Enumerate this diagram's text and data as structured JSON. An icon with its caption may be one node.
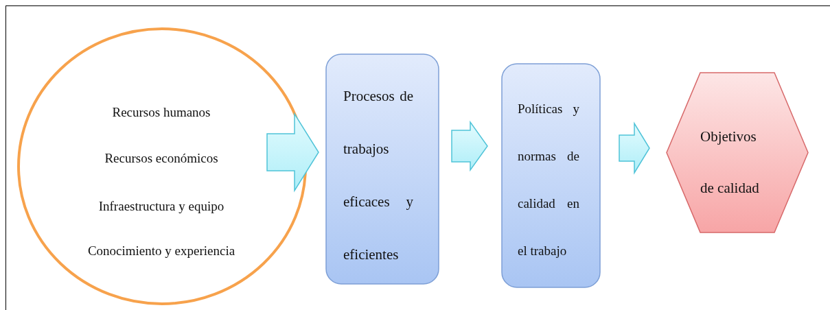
{
  "diagram": {
    "nodes": [
      {
        "text": [
          "Recursos humanos",
          "Recursos económicos",
          "Infraestructura y equipo",
          "Conocimiento y experiencia"
        ]
      },
      {
        "text": [
          "Procesos de trabajos eficaces y eficientes"
        ]
      },
      {
        "text": [
          "Políticas y normas de calidad en el trabajo"
        ]
      },
      {
        "text": [
          "Objetivos de calidad"
        ]
      }
    ],
    "edges": [
      {
        "from": 0,
        "to": 1,
        "arrow": "to"
      },
      {
        "from": 1,
        "to": 2,
        "arrow": "to"
      },
      {
        "from": 2,
        "to": 3,
        "arrow": "to"
      }
    ]
  }
}
